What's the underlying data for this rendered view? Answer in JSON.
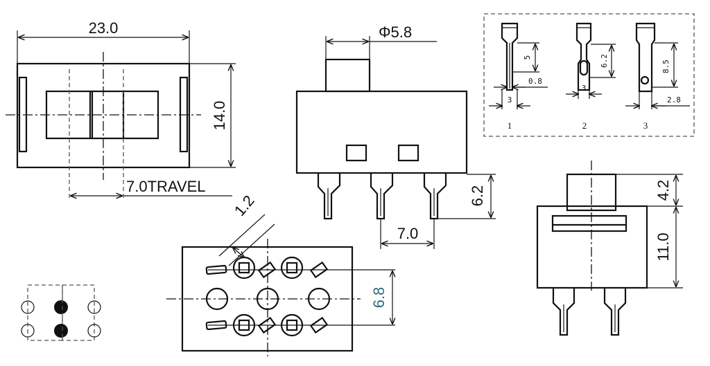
{
  "top_view": {
    "width_dim": "23.0",
    "height_dim": "14.0",
    "travel_dim": "7.0TRAVEL"
  },
  "front_view": {
    "actuator_dim": "Φ5.8",
    "pin_length_dim": "6.2",
    "pin_pitch_dim": "7.0"
  },
  "terminal_detail": {
    "type1": {
      "label": "1",
      "height": "5",
      "thickness": "0.8",
      "width": "3"
    },
    "type2": {
      "label": "2",
      "height": "6.2",
      "width": "3"
    },
    "type3": {
      "label": "3",
      "height": "8.5",
      "width": "2.8"
    }
  },
  "bottom_view": {
    "row_pitch_dim": "6.8",
    "pad_dim": "1.2"
  },
  "side_view": {
    "actuator_height_dim": "4.2",
    "body_height_dim": "11.0"
  },
  "colors": {
    "line": "#111111",
    "accent_dim": "#2a6a7a",
    "frame": "#555555"
  }
}
